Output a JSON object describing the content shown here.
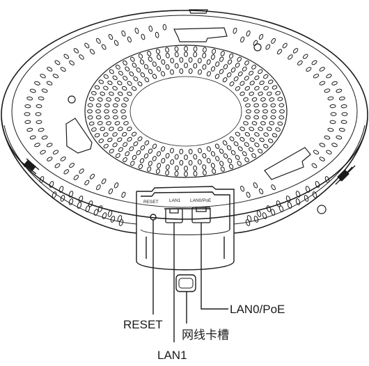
{
  "panel_labels": {
    "reset": "RESET",
    "lan1": "LAN1",
    "lan0": "LAN0/PoE"
  },
  "callouts": {
    "reset": "RESET",
    "card_slot": "网线卡槽",
    "lan1": "LAN1",
    "lan0_poe": "LAN0/PoE"
  },
  "colors": {
    "stroke": "#1a1a1a",
    "background": "#ffffff"
  }
}
